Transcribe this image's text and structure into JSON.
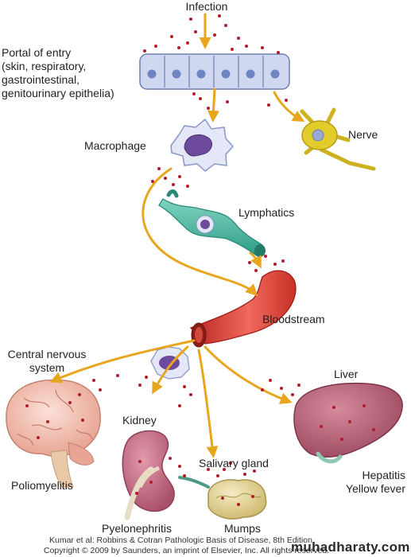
{
  "labels": {
    "infection": "Infection",
    "portal_title": "Portal of entry",
    "portal_line1": "(skin, respiratory,",
    "portal_line2": "gastrointestinal,",
    "portal_line3": "genitourinary epithelia)",
    "nerve": "Nerve",
    "macrophage": "Macrophage",
    "lymphatics": "Lymphatics",
    "bloodstream": "Bloodstream",
    "cns_line1": "Central nervous",
    "cns_line2": "system",
    "liver": "Liver",
    "kidney": "Kidney",
    "salivary": "Salivary gland",
    "poliomyelitis": "Poliomyelitis",
    "hepatitis": "Hepatitis",
    "yellow_fever": "Yellow fever",
    "pyelonephritis": "Pyelonephritis",
    "mumps": "Mumps"
  },
  "credit": {
    "line1": "Kumar et al: Robbins & Cotran Pathologic Basis of Disease, 8th Edition.",
    "line2": "Copyright © 2009 by Saunders, an imprint of Elsevier, Inc. All rights reserved."
  },
  "watermark": "muhadharaty.com",
  "colors": {
    "arrow": "#e8a51e",
    "cell": "#cfd8f0",
    "particle": "#b01e2c",
    "nerve": "#e2cc2c",
    "lymph": "#4fb8a2",
    "blood": "#e0473d",
    "brain": "#f3c2b6",
    "liver": "#b8657a",
    "kidney": "#c77489",
    "gland": "#e6d79d"
  }
}
